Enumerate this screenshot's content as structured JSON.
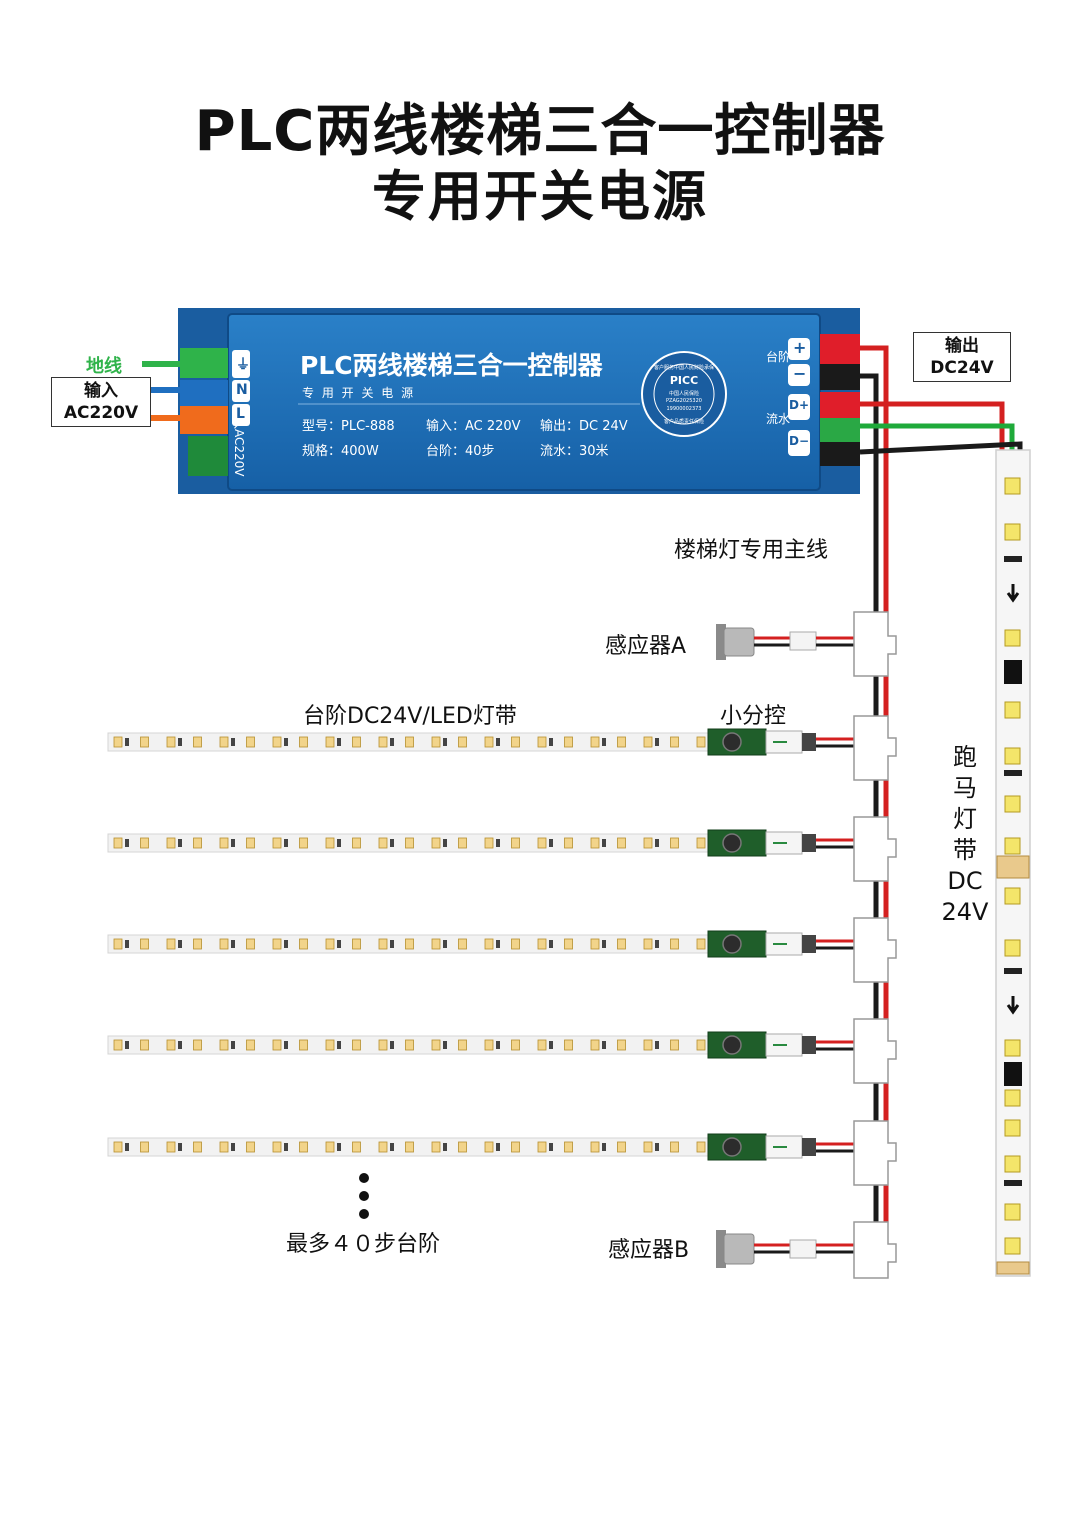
{
  "title": {
    "line1": "PLC两线楼梯三合一控制器",
    "line2": "专用开关电源"
  },
  "controller": {
    "name": "PLC两线楼梯三合一控制器",
    "subtitle": "专 用 开 关 电 源",
    "model": "型号：PLC-888",
    "input": "输入：AC 220V",
    "output": "输出：DC 24V",
    "spec": "规格：400W",
    "steps": "台阶：40步",
    "flow": "流水：30米",
    "input_side_label": "输入AC220V",
    "terminal_ground": "⏚",
    "terminal_n": "N",
    "terminal_l": "L",
    "step_terminal_label": "台阶",
    "flow_terminal_label": "流水",
    "plus": "+",
    "minus": "−",
    "d_plus": "D+",
    "d_minus": "D−",
    "badge": {
      "top": "客户服务中国人民财险承保",
      "logo": "PICC",
      "line1": "中国人民保险",
      "line2": "PZAG2025320",
      "line3": "19900002373",
      "bottom": "客户品质责任保险"
    }
  },
  "labels": {
    "ground_wire": "地线",
    "input_box_line1": "输入",
    "input_box_line2": "AC220V",
    "output_box_line1": "输出",
    "output_box_line2": "DC24V",
    "stair_main_line": "楼梯灯专用主线",
    "sensor_a": "感应器A",
    "sensor_b": "感应器B",
    "step_strip": "台阶DC24V/LED灯带",
    "sub_controller": "小分控",
    "max_steps": "最多４０步台阶",
    "marquee_strip": [
      "跑",
      "马",
      "灯",
      "带",
      "DC",
      "24V"
    ]
  },
  "colors": {
    "controller_blue": "#1e6fb8",
    "wire_red": "#d42020",
    "wire_black": "#1a1a1a",
    "wire_green": "#1faa3a",
    "ground_green": "#2fb34a",
    "neutral_blue": "#1f6fc0",
    "live_orange": "#f06b1c"
  }
}
